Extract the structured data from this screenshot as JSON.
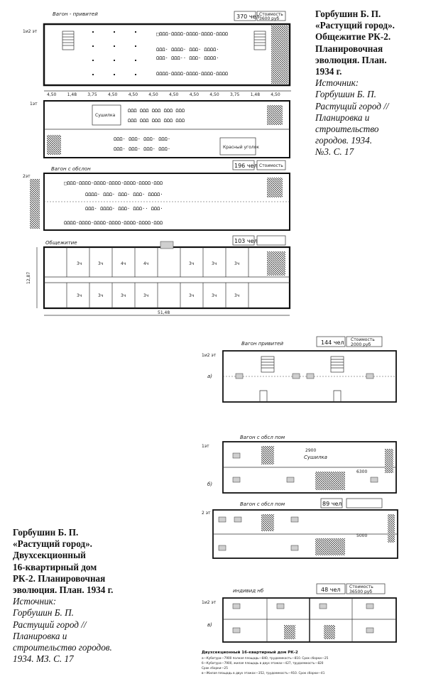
{
  "caption_top": {
    "author": "Горбушин Б. П.",
    "title": "«Растущий город».",
    "subject": "Общежитие РК-2.",
    "type_line1": "Планировочная",
    "type_line2": "эволюция. План.",
    "year": "1934 г.",
    "source_label": "Источник:",
    "source_1": "Горбушин Б. П.",
    "source_2": "Растущий город //",
    "source_3": "Планировка и",
    "source_4": "строительство",
    "source_5": "городов. 1934.",
    "source_6": "№3. С. 17"
  },
  "caption_bottom": {
    "author": "Горбушин Б. П.",
    "title": "«Растущий город».",
    "subject_1": "Двухсекционный",
    "subject_2": "16-квартирный дом",
    "subject_3": "РК-2. Планировочная",
    "subject_4": "эволюция. План. 1934 г.",
    "source_label": "Источник:",
    "source_1": "Горбушин Б. П.",
    "source_2": "Растущий город //",
    "source_3": "Планировка и",
    "source_4": "строительство городов.",
    "source_5": "1934. МЗ. С. 17"
  },
  "dorm_plans": {
    "plan_a": {
      "title": "Вагон - привитей",
      "floor": "1и2 эт",
      "capacity": "370 чел",
      "cost_1": "Стоимость",
      "cost_2": "3600 руб"
    },
    "dimensions": [
      "4,50",
      "1,48",
      "3,75",
      "4,50",
      "4,50",
      "4,50",
      "4,50",
      "4,50",
      "4,50",
      "3,75",
      "1,48",
      "4,50"
    ],
    "plan_b": {
      "floor": "1эт",
      "room_1": "Сушилка",
      "room_2": "Красный уголок",
      "capacity": "196 чел",
      "cost": "Стоимость"
    },
    "plan_c": {
      "title": "Вагон с обслон",
      "floor": "2эт"
    },
    "plan_d": {
      "title": "Общежитие",
      "capacity": "103 чел",
      "room_label": "3ч",
      "room_label_alt": "4ч",
      "overall_length": "51,48",
      "depth": "12,87"
    }
  },
  "house_plans": {
    "plan_a": {
      "title": "Вагон привитей",
      "floor": "1и2 эт",
      "letter": "а)",
      "capacity": "144 чел",
      "cost_1": "Стоимость",
      "cost_2": "2000 руб"
    },
    "plan_b": {
      "title": "Вагон с обсл пом",
      "floor": "1эт",
      "letter": "б)",
      "area_1": "2900",
      "room_1": "Сушилка",
      "area_2": "6300"
    },
    "plan_c": {
      "title": "Вагон с обсл пом",
      "floor": "2 эт",
      "capacity": "89 чел",
      "area": "5000"
    },
    "plan_d": {
      "title": "индивид нб",
      "floor": "1и2 эт",
      "letter": "в)",
      "capacity": "48 чел",
      "cost_1": "Стоимость",
      "cost_2": "36500 руб"
    },
    "legend_title": "Двухсекционный 16-квартирный дом РК-2",
    "legend_1": "а—Кубатура—7900 полная площадь—840, трудоемкость—810. Срок сборки—25",
    "legend_2": "б—Кубатура—7900, жилая площадь в двух этажах—427, трудоемкость—820",
    "legend_3": "Срок сборки—25",
    "legend_4": "в—Жилая площадь в двух этажах—352, трудоемкость—910. Срок сборки—41"
  }
}
